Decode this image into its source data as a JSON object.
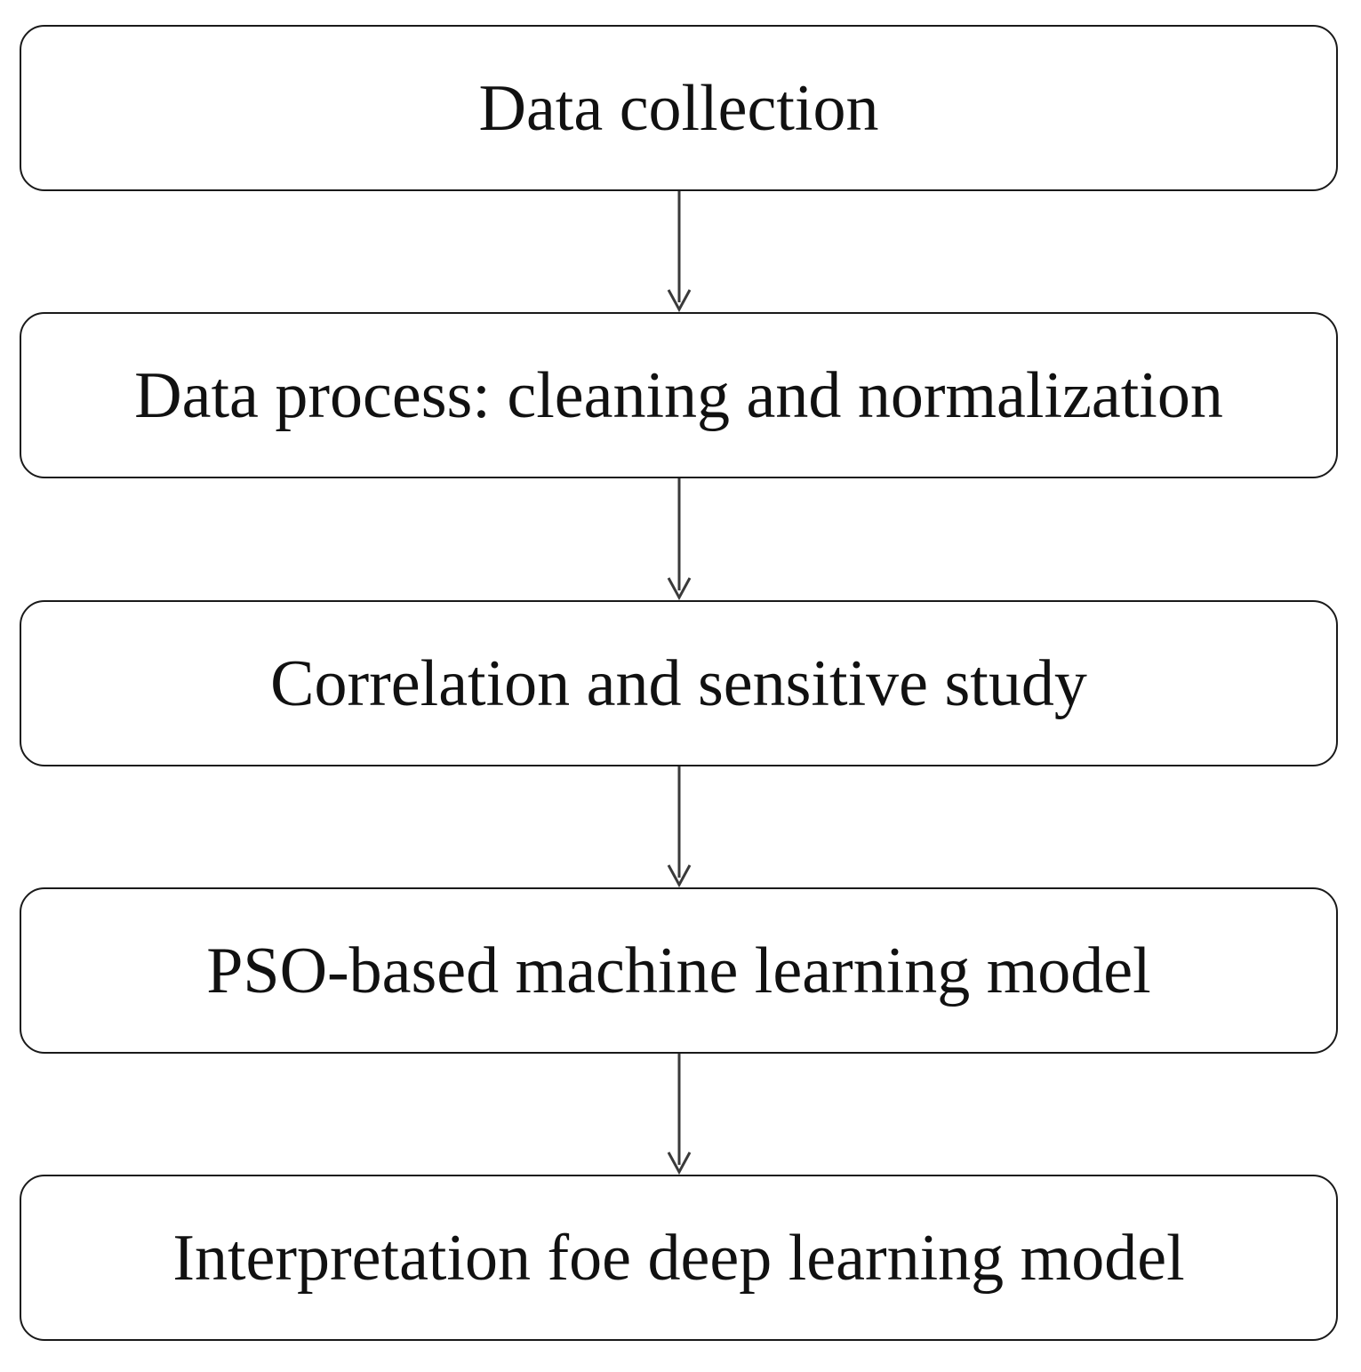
{
  "flowchart": {
    "steps": [
      {
        "label": "Data collection"
      },
      {
        "label": "Data process: cleaning and normalization"
      },
      {
        "label": "Correlation and sensitive study"
      },
      {
        "label": "PSO-based machine learning model"
      },
      {
        "label": "Interpretation foe deep learning model"
      }
    ]
  },
  "colors": {
    "box_border": "#1a1a1a",
    "arrow": "#3a3a3a",
    "text": "#111111",
    "background": "#ffffff"
  }
}
